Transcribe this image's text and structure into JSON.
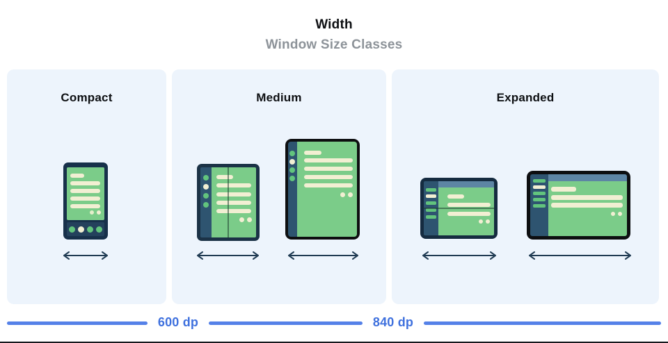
{
  "header": {
    "title": "Width",
    "subtitle": "Window Size Classes"
  },
  "panels": [
    {
      "id": "compact",
      "label": "Compact"
    },
    {
      "id": "medium",
      "label": "Medium"
    },
    {
      "id": "expanded",
      "label": "Expanded"
    }
  ],
  "ruler": {
    "breakpoints": [
      {
        "label": "600 dp"
      },
      {
        "label": "840 dp"
      }
    ]
  },
  "colors": {
    "panel_bg": "#edf4fc",
    "frame_navy": "#17304a",
    "frame_black": "#0d0e10",
    "rail_navy": "#2e5470",
    "screen_green": "#7bcc89",
    "content_cream": "#f2efd3",
    "accent_green": "#62c47d",
    "topbar_slate": "#5d85a4",
    "ruler_blue": "#5581e8",
    "breakpoint_text_blue": "#3f71de",
    "subtitle_gray": "#8d9399",
    "arrow_navy": "#1f3a52"
  }
}
